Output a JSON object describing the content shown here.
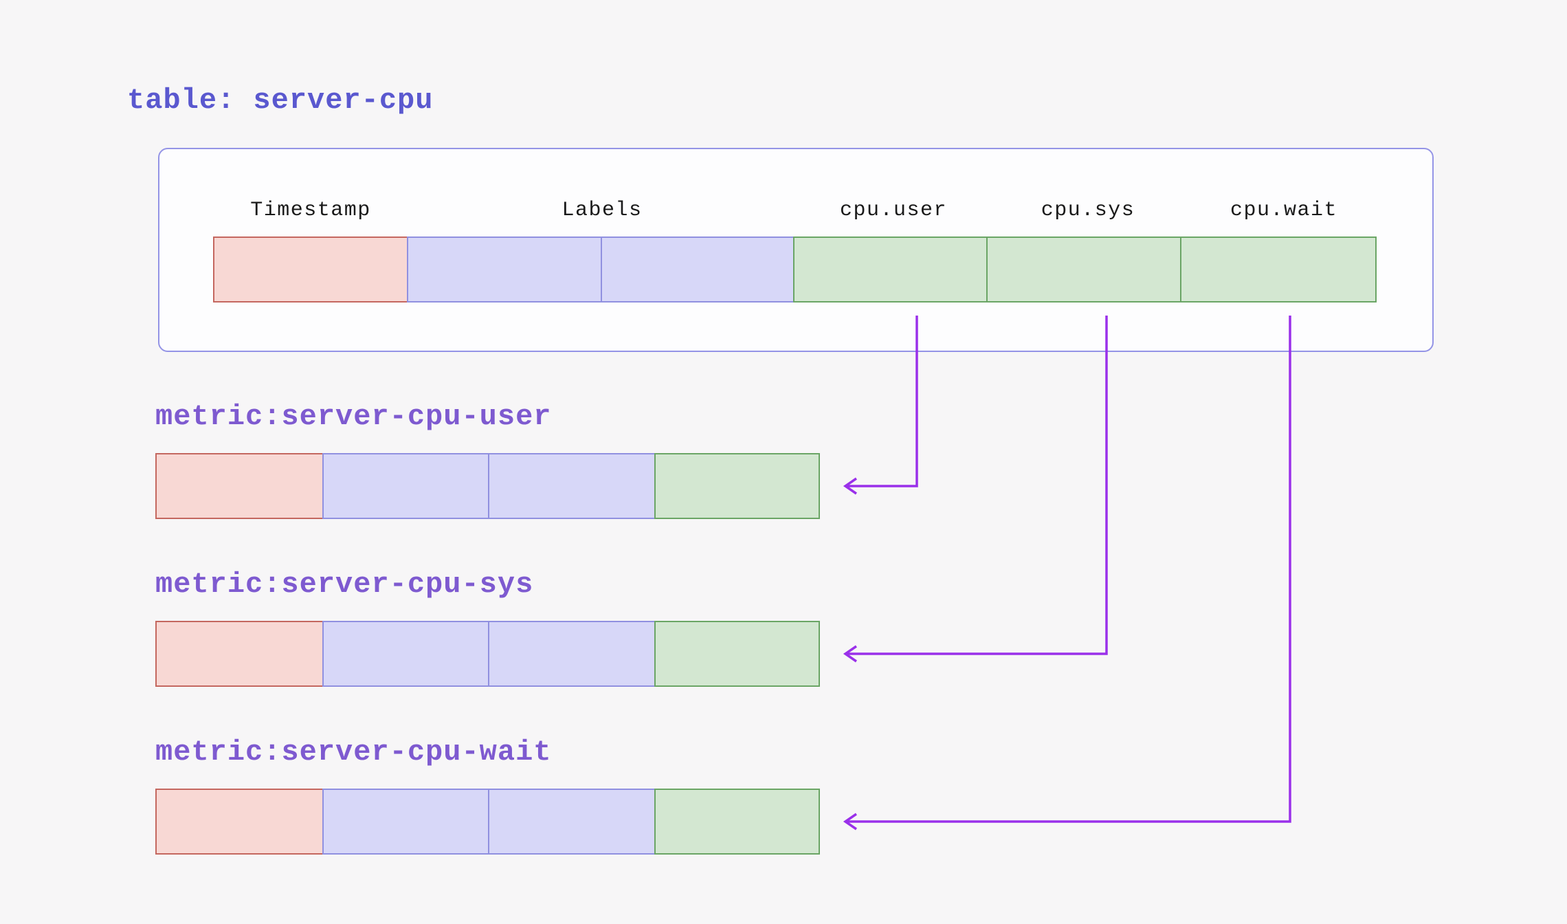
{
  "diagram": {
    "table": {
      "title": "table: server-cpu",
      "columns": [
        {
          "label": "Timestamp",
          "color_role": "timestamp"
        },
        {
          "label": "Labels",
          "color_role": "labels"
        },
        {
          "label": "cpu.user",
          "color_role": "value"
        },
        {
          "label": "cpu.sys",
          "color_role": "value"
        },
        {
          "label": "cpu.wait",
          "color_role": "value"
        }
      ]
    },
    "metrics": [
      {
        "title": "metric:server-cpu-user",
        "source_column": "cpu.user"
      },
      {
        "title": "metric:server-cpu-sys",
        "source_column": "cpu.sys"
      },
      {
        "title": "metric:server-cpu-wait",
        "source_column": "cpu.wait"
      }
    ],
    "colors": {
      "background": "#f7f6f7",
      "table_title": "#5a58cf",
      "metric_title": "#7e5ad0",
      "arrow": "#9a30ea",
      "box_border": "#9494e6",
      "timestamp_fill": "#f8d8d4",
      "timestamp_stroke": "#c4675f",
      "labels_fill": "#d7d7f8",
      "labels_stroke": "#9090e0",
      "value_fill": "#d3e7d1",
      "value_stroke": "#6aa565"
    }
  }
}
